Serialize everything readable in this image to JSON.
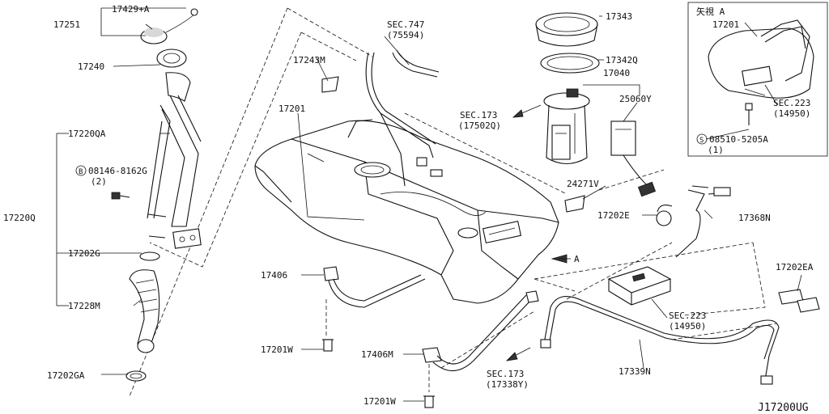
{
  "drawing_id": "J17200UG",
  "inset": {
    "title": "矢視 A",
    "parts": {
      "tank": "17201",
      "sec": "SEC.223",
      "sec_ref": "(14950)",
      "bolt": "08510-5205A",
      "bolt_qty": "(1)",
      "bolt_symbol": "S"
    }
  },
  "arrow_label": "A",
  "labels": {
    "p17429a": "17429+A",
    "p17251": "17251",
    "p17240": "17240",
    "p17220qa": "17220QA",
    "bolt_symbol": "B",
    "p08146": "08146-8162G",
    "p08146_qty": "(2)",
    "p17220q": "17220Q",
    "p17202g": "17202G",
    "p17228m": "17228M",
    "p17202ga": "17202GA",
    "sec747": "SEC.747",
    "sec747_ref": "(75594)",
    "p17243m": "17243M",
    "p17201": "17201",
    "p17343": "17343",
    "p17342q": "17342Q",
    "p17040": "17040",
    "sec173a": "SEC.173",
    "sec173a_ref": "(17502Q)",
    "p25060y": "25060Y",
    "p24271v": "24271V",
    "p17202e": "17202E",
    "p17368n": "17368N",
    "p17406": "17406",
    "p17201w_a": "17201W",
    "p17406m": "17406M",
    "p17201w_b": "17201W",
    "sec173b": "SEC.173",
    "sec173b_ref": "(17338Y)",
    "sec223": "SEC.223",
    "sec223_ref": "(14950)",
    "p17339n": "17339N",
    "p17202ea": "17202EA"
  }
}
